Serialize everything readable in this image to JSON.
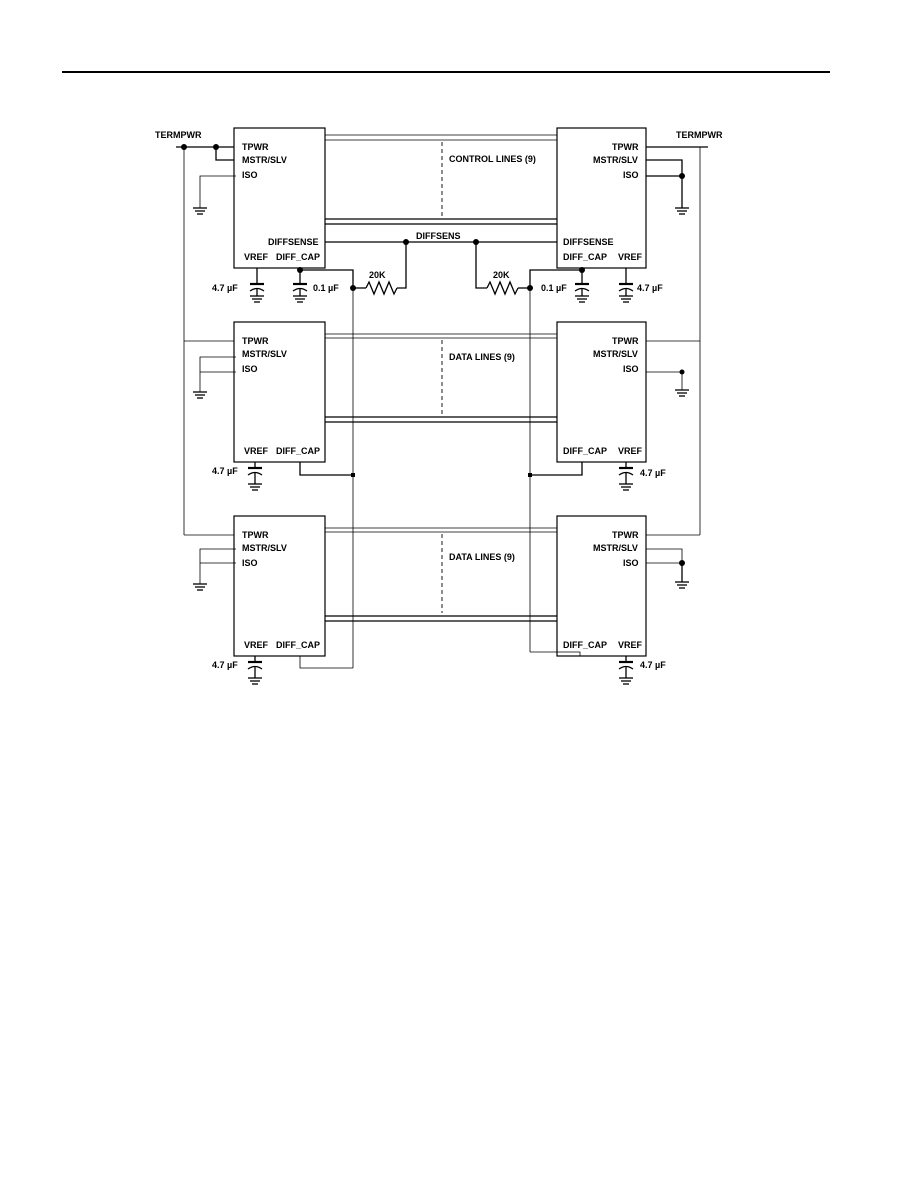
{
  "labels": {
    "termpwr": "TERMPWR",
    "tpwr": "TPWR",
    "mstr_slv": "MSTR/SLV",
    "iso": "ISO",
    "diffsense": "DIFFSENSE",
    "diffsens": "DIFFSENS",
    "vref": "VREF",
    "diff_cap": "DIFF_CAP",
    "cap_47": "4.7 µF",
    "cap_01": "0.1 µF",
    "res_20k": "20K",
    "control_lines": "CONTROL LINES (9)",
    "data_lines": "DATA LINES (9)"
  }
}
